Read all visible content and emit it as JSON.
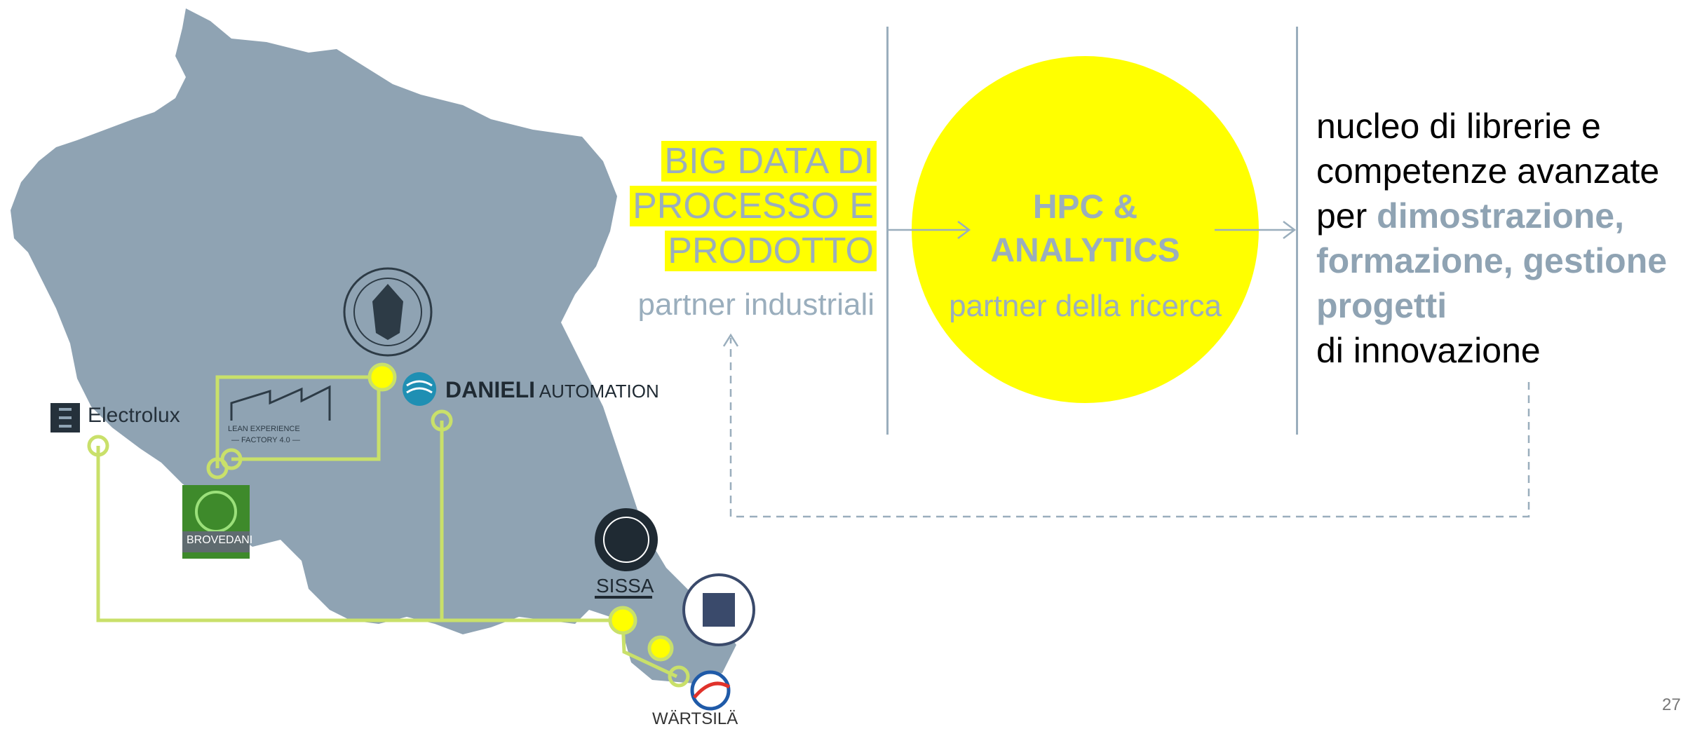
{
  "flow": {
    "input_lines": [
      "BIG DATA DI",
      "PROCESSO E",
      "PRODOTTO"
    ],
    "input_caption": "partner industriali",
    "center_lines": [
      "HPC &",
      "ANALYTICS"
    ],
    "center_caption": "partner della ricerca",
    "output_line1": "nucleo di librerie e",
    "output_line2": "competenze avanzate",
    "output_per": "per ",
    "output_bold1": "dimostrazione,",
    "output_bold2": "formazione, gestione",
    "output_bold3": "progetti",
    "output_line_last": "di innovazione"
  },
  "map_logos": {
    "electrolux": "Electrolux",
    "danieli_bold": "DANIELI",
    "danieli_rest": " AUTOMATION",
    "lean_line1": "LEAN EXPERIENCE",
    "lean_line2": "— FACTORY 4.0 —",
    "brovedani": "BROVEDANI",
    "sissa": "SISSA",
    "wartsila": "WÄRTSILÄ"
  },
  "page_number": "27",
  "colors": {
    "accent_yellow": "#ffff00",
    "grey_blue": "#9aaebd",
    "map_fill": "#8fa3b3",
    "route_green": "#c9e06a"
  }
}
